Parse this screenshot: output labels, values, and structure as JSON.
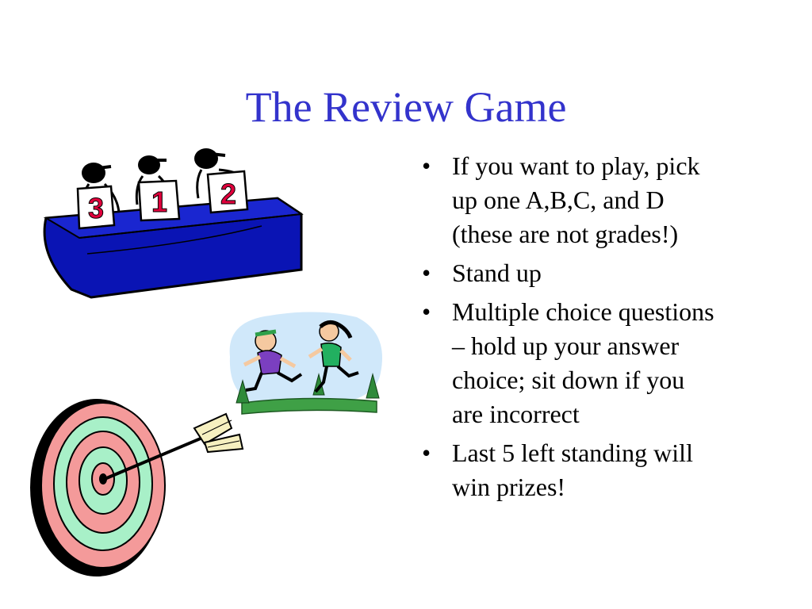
{
  "slide": {
    "title": "The Review Game",
    "bullets": [
      "If you want to play, pick up one A,B,C, and D (these are not grades!)",
      "Stand up",
      "Multiple choice questions – hold up your answer choice; sit down if you are incorrect",
      "Last 5 left standing will win prizes!"
    ],
    "bullet_symbol": "•",
    "score_cards": [
      "3",
      "1",
      "2"
    ]
  },
  "colors": {
    "title": "#3333cc",
    "table": "#0a14b4",
    "card_number": "#e0003c",
    "target_ring_pink": "#f49a9a",
    "target_ring_green": "#a8f0c8"
  },
  "icons": {
    "judges": "judges-table-clipart",
    "runners": "runners-clipart",
    "target": "target-arrow-clipart"
  }
}
